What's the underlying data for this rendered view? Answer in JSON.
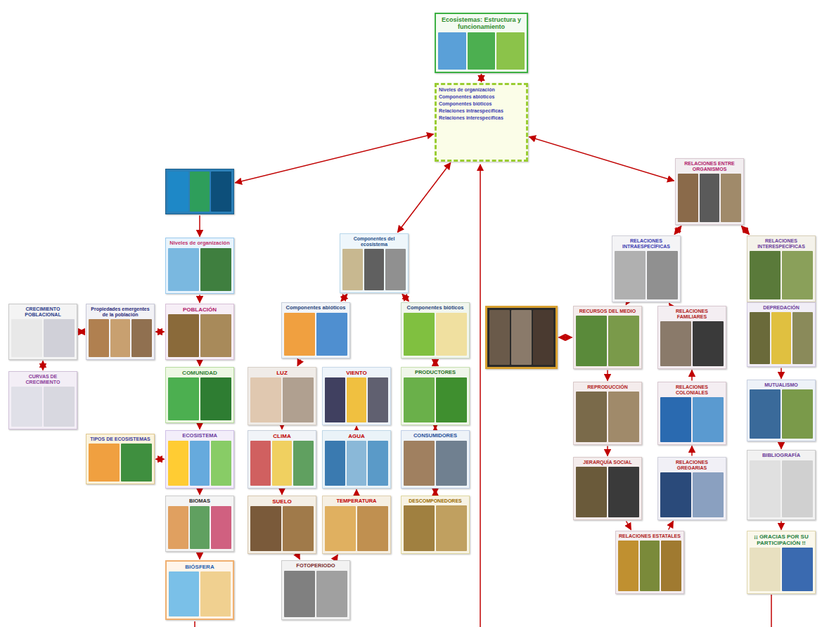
{
  "diagram": {
    "nodes": [
      {
        "text": [
          "Ecosistemas: Estructura y funcionamiento"
        ]
      },
      {
        "text": [
          "Niveles de organización",
          "Componentes abióticos",
          "Componentes bióticos",
          "Relaciones intraespecíficas",
          "Relaciones interespecíficas"
        ]
      },
      {
        "text": []
      },
      {
        "text": [
          "Niveles de organización"
        ]
      },
      {
        "text": [
          "POBLACIÓN"
        ]
      },
      {
        "text": [
          "Propiedades emergentes de la población"
        ]
      },
      {
        "text": [
          "CRECIMIENTO POBLACIONAL"
        ]
      },
      {
        "text": [
          "CURVAS DE CRECIMIENTO"
        ]
      },
      {
        "text": [
          "COMUNIDAD"
        ]
      },
      {
        "text": [
          "ECOSISTEMA"
        ]
      },
      {
        "text": [
          "TIPOS DE ECOSISTEMAS"
        ]
      },
      {
        "text": [
          "BIOMAS"
        ]
      },
      {
        "text": [
          "BIÓSFERA"
        ]
      },
      {
        "text": [
          "Componentes del ecosistema"
        ]
      },
      {
        "text": [
          "Componentes abióticos"
        ]
      },
      {
        "text": [
          "Componentes bióticos"
        ]
      },
      {
        "text": [
          "LUZ"
        ]
      },
      {
        "text": [
          "CLIMA"
        ]
      },
      {
        "text": [
          "SUELO"
        ]
      },
      {
        "text": [
          "FOTOPERIODO"
        ]
      },
      {
        "text": [
          "VIENTO"
        ]
      },
      {
        "text": [
          "AGUA"
        ]
      },
      {
        "text": [
          "TEMPERATURA"
        ]
      },
      {
        "text": [
          "PRODUCTORES"
        ]
      },
      {
        "text": [
          "CONSUMIDORES"
        ]
      },
      {
        "text": [
          "DESCOMPONEDORES"
        ]
      },
      {
        "text": [
          "RELACIONES ENTRE ORGANISMOS"
        ]
      },
      {
        "text": [
          "RELACIONES INTRAESPECÍFICAS"
        ]
      },
      {
        "text": [
          "RELACIONES INTERESPECÍFICAS"
        ]
      },
      {
        "text": []
      },
      {
        "text": [
          "RECURSOS DEL MEDIO"
        ]
      },
      {
        "text": [
          "RELACIONES FAMILIARES"
        ]
      },
      {
        "text": [
          "REPRODUCCIÓN"
        ]
      },
      {
        "text": [
          "RELACIONES COLONIALES"
        ]
      },
      {
        "text": [
          "JERARQUÍA SOCIAL"
        ]
      },
      {
        "text": [
          "RELACIONES GREGARIAS"
        ]
      },
      {
        "text": [
          "RELACIONES ESTATALES"
        ]
      },
      {
        "text": [
          "DEPREDACIÓN"
        ]
      },
      {
        "text": [
          "MUTUALISMO"
        ]
      },
      {
        "text": [
          "BIBLIOGRAFÍA"
        ]
      },
      {
        "text": [
          "¡¡ GRACIAS POR SU PARTICIPACIÓN !!"
        ]
      }
    ],
    "edges": [
      {
        "from": 0,
        "to": 1,
        "arrow": "both"
      },
      {
        "from": 1,
        "to": 2,
        "arrow": "both"
      },
      {
        "from": 1,
        "to": 13,
        "arrow": "both"
      },
      {
        "from": 1,
        "to": 26,
        "arrow": "both"
      },
      {
        "from": 2,
        "to": 3,
        "arrow": "to"
      },
      {
        "from": 3,
        "to": 4,
        "arrow": "to"
      },
      {
        "from": 4,
        "to": 5,
        "arrow": "both"
      },
      {
        "from": 5,
        "to": 6,
        "arrow": "both"
      },
      {
        "from": 6,
        "to": 7,
        "arrow": "both"
      },
      {
        "from": 4,
        "to": 8,
        "arrow": "to"
      },
      {
        "from": 8,
        "to": 9,
        "arrow": "to"
      },
      {
        "from": 9,
        "to": 10,
        "arrow": "both"
      },
      {
        "from": 9,
        "to": 11,
        "arrow": "to"
      },
      {
        "from": 11,
        "to": 12,
        "arrow": "to"
      },
      {
        "from": 13,
        "to": 14,
        "arrow": "both"
      },
      {
        "from": 13,
        "to": 15,
        "arrow": "both"
      },
      {
        "from": 14,
        "to": 16,
        "arrow": "to"
      },
      {
        "from": 16,
        "to": 17,
        "arrow": "to"
      },
      {
        "from": 17,
        "to": 18,
        "arrow": "to"
      },
      {
        "from": 18,
        "to": 19,
        "arrow": "to"
      },
      {
        "from": 19,
        "to": 22,
        "arrow": "to"
      },
      {
        "from": 22,
        "to": 21,
        "arrow": "to"
      },
      {
        "from": 21,
        "to": 20,
        "arrow": "to"
      },
      {
        "from": 15,
        "to": 23,
        "arrow": "both"
      },
      {
        "from": 23,
        "to": 24,
        "arrow": "both"
      },
      {
        "from": 24,
        "to": 25,
        "arrow": "both"
      },
      {
        "from": 26,
        "to": 27,
        "arrow": "both"
      },
      {
        "from": 26,
        "to": 28,
        "arrow": "both"
      },
      {
        "from": 27,
        "to": 30,
        "arrow": "to"
      },
      {
        "from": 31,
        "to": 27,
        "arrow": "to"
      },
      {
        "from": 29,
        "to": 30,
        "arrow": "both"
      },
      {
        "from": 30,
        "to": 32,
        "arrow": "to"
      },
      {
        "from": 32,
        "to": 34,
        "arrow": "to"
      },
      {
        "from": 34,
        "to": 36,
        "arrow": "to"
      },
      {
        "from": 36,
        "to": 35,
        "arrow": "to"
      },
      {
        "from": 35,
        "to": 33,
        "arrow": "to"
      },
      {
        "from": 33,
        "to": 31,
        "arrow": "to"
      },
      {
        "from": 28,
        "to": 37,
        "arrow": "to"
      },
      {
        "from": 37,
        "to": 38,
        "arrow": "to"
      },
      {
        "from": 38,
        "to": 39,
        "arrow": "to"
      },
      {
        "from": 39,
        "to": 40,
        "arrow": "to"
      }
    ]
  }
}
